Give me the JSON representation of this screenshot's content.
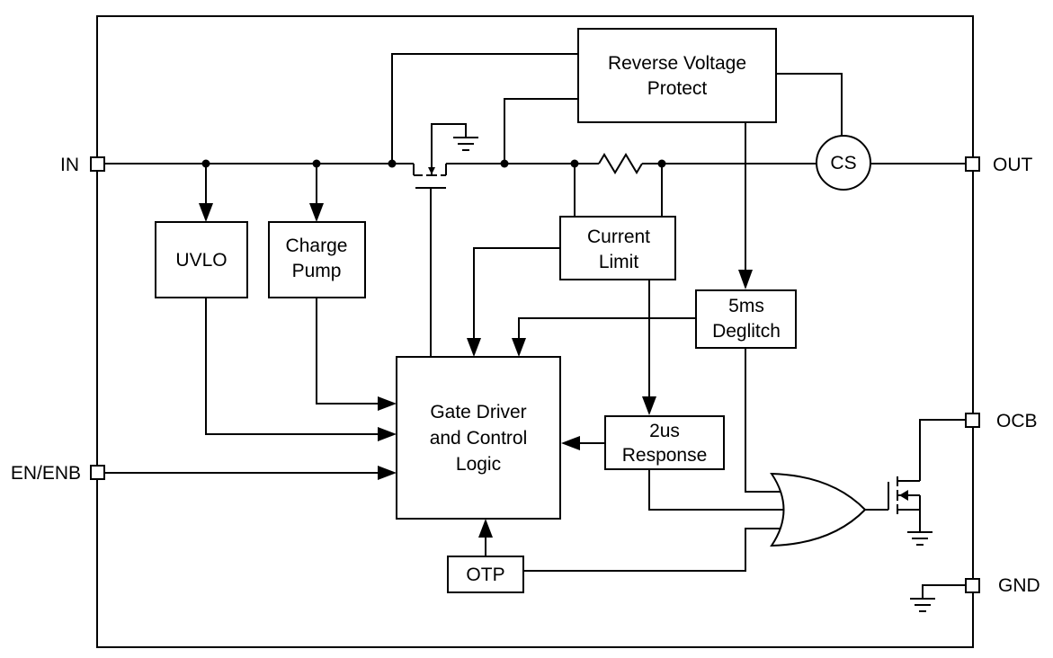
{
  "pins": {
    "in": "IN",
    "out": "OUT",
    "en": "EN/ENB",
    "ocb": "OCB",
    "gnd": "GND"
  },
  "blocks": {
    "reverse_voltage_line1": "Reverse Voltage",
    "reverse_voltage_line2": "Protect",
    "cs": "CS",
    "uvlo": "UVLO",
    "charge_pump_line1": "Charge",
    "charge_pump_line2": "Pump",
    "current_limit_line1": "Current",
    "current_limit_line2": "Limit",
    "deglitch_line1": "5ms",
    "deglitch_line2": "Deglitch",
    "gate_driver_line1": "Gate Driver",
    "gate_driver_line2": "and Control",
    "gate_driver_line3": "Logic",
    "response_line1": "2us",
    "response_line2": "Response",
    "otp": "OTP"
  }
}
